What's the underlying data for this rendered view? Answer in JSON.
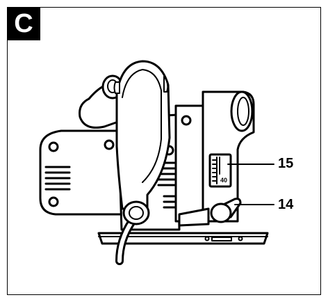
{
  "figure": {
    "letter": "C",
    "scale_label": "40",
    "callouts": [
      {
        "id": "c15",
        "label": "15"
      },
      {
        "id": "c14",
        "label": "14"
      }
    ]
  }
}
